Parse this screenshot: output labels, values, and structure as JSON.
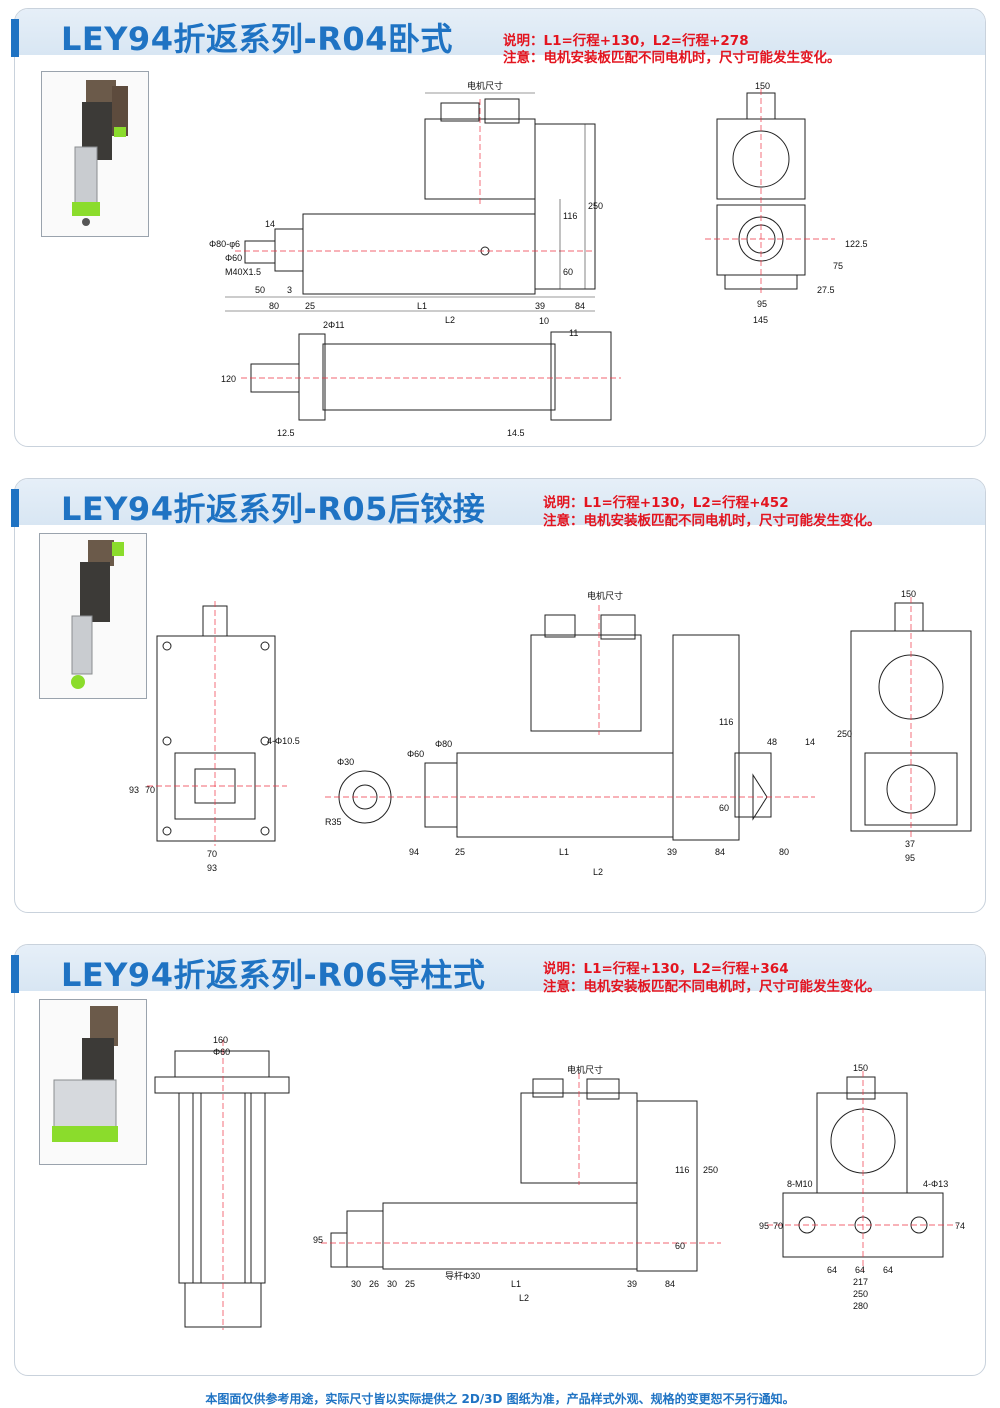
{
  "sections": [
    {
      "title": "LEY94折返系列-R04卧式",
      "note_desc": "说明：L1=行程+130，L2=行程+278",
      "note_warn": "注意：电机安装板匹配不同电机时，尺寸可能发生变化。",
      "dims": {
        "motor_size": "电机尺寸",
        "d14": "14",
        "d50": "50",
        "d3": "3",
        "d80": "80",
        "d25": "25",
        "L1": "L1",
        "d39": "39",
        "d84": "84",
        "L2": "L2",
        "d116": "116",
        "d60": "60",
        "d250": "250",
        "phi80": "Φ80-φ6",
        "phi60": "Φ60",
        "m40": "M40X1.5",
        "d150": "150",
        "d95": "95",
        "d145": "145",
        "d122_5": "122.5",
        "d75": "75",
        "d27_5": "27.5",
        "hole2": "2Φ11",
        "d10": "10",
        "d11": "11",
        "d120": "120",
        "d12_5": "12.5",
        "d14_5": "14.5"
      }
    },
    {
      "title": "LEY94折返系列-R05后铰接",
      "note_desc": "说明：L1=行程+130，L2=行程+452",
      "note_warn": "注意：电机安装板匹配不同电机时，尺寸可能发生变化。",
      "dims": {
        "motor_size": "电机尺寸",
        "hole4": "4-Φ10.5",
        "d93": "93",
        "d70": "70",
        "d70b": "70",
        "d93b": "93",
        "phi30": "Φ30",
        "phi60": "Φ60",
        "phi80": "Φ80",
        "r35": "R35",
        "d94": "94",
        "d25": "25",
        "L1": "L1",
        "d39": "39",
        "d84": "84",
        "d80": "80",
        "L2": "L2",
        "d116": "116",
        "d60": "60",
        "d48": "48",
        "d14": "14",
        "d150": "150",
        "d250": "250",
        "d37": "37",
        "d95": "95"
      }
    },
    {
      "title": "LEY94折返系列-R06导柱式",
      "note_desc": "说明：L1=行程+130，L2=行程+364",
      "note_warn": "注意：电机安装板匹配不同电机时，尺寸可能发生变化。",
      "dims": {
        "motor_size": "电机尺寸",
        "d160": "160",
        "phi60": "Φ60",
        "d95": "95",
        "d30a": "30",
        "d26": "26",
        "d30b": "30",
        "d25": "25",
        "rod": "导杆Φ30",
        "L1": "L1",
        "d39": "39",
        "d84": "84",
        "L2": "L2",
        "d116": "116",
        "d60": "60",
        "d250": "250",
        "d150": "150",
        "m10": "8-M10",
        "hole4": "4-Φ13",
        "d95b": "95",
        "d70": "70",
        "d74": "74",
        "d64a": "64",
        "d64b": "64",
        "d64c": "64",
        "d217": "217",
        "d250b": "250",
        "d280": "280"
      }
    }
  ],
  "footer": "本图面仅供参考用途，实际尺寸皆以实际提供之 2D/3D 图纸为准，产品样式外观、规格的变更恕不另行通知。"
}
